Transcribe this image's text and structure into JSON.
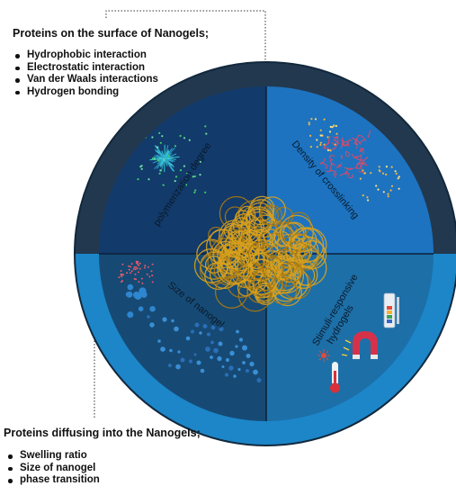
{
  "top_section": {
    "heading": "Proteins on the surface of Nanogels;",
    "items": [
      "Hydrophobic interaction",
      "Electrostatic interaction",
      "Van der Waals interactions",
      "Hydrogen bonding"
    ]
  },
  "bottom_section": {
    "heading": "Proteins diffusing into the Nanogels;",
    "items": [
      "Swelling ratio",
      "Size of nanogel",
      "phase transition"
    ]
  },
  "quadrants": {
    "top_left": "polymerization degree",
    "top_right": "Density of crosslinking",
    "bottom_left": "Size of nanogel",
    "bottom_right": "Stimuli-responsive hydrogels"
  },
  "colors": {
    "ring_top": "#22384f",
    "ring_bottom": "#1c86c9",
    "quad_top_left": "#123a6a",
    "quad_top_right": "#1d73c0",
    "quad_bottom_left": "#164a74",
    "quad_bottom_right": "#1d6fa8",
    "nanogel": "#d9a21e"
  }
}
